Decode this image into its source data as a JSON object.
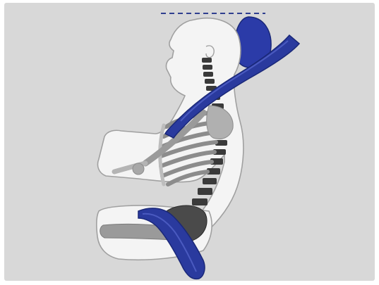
{
  "figure": {
    "subject": "seat-belt-and-head-restraint-diagram",
    "colors": {
      "background": "#d8d8d8",
      "belt": "#2a3a9e",
      "belt_dark": "#1a2878",
      "head_restraint": "#2b3ba8",
      "body_fill": "#f4f4f4",
      "body_outline": "#9a9a9a",
      "skeleton": "#8c8c8c",
      "skeleton_dark": "#3a3a3a",
      "reference_line": "#2f3f8f"
    },
    "elements": [
      "reference-line",
      "head-restraint",
      "occupant-silhouette",
      "spine",
      "rib-cage",
      "arm-bones",
      "pelvis",
      "shoulder-belt",
      "lap-belt"
    ]
  }
}
